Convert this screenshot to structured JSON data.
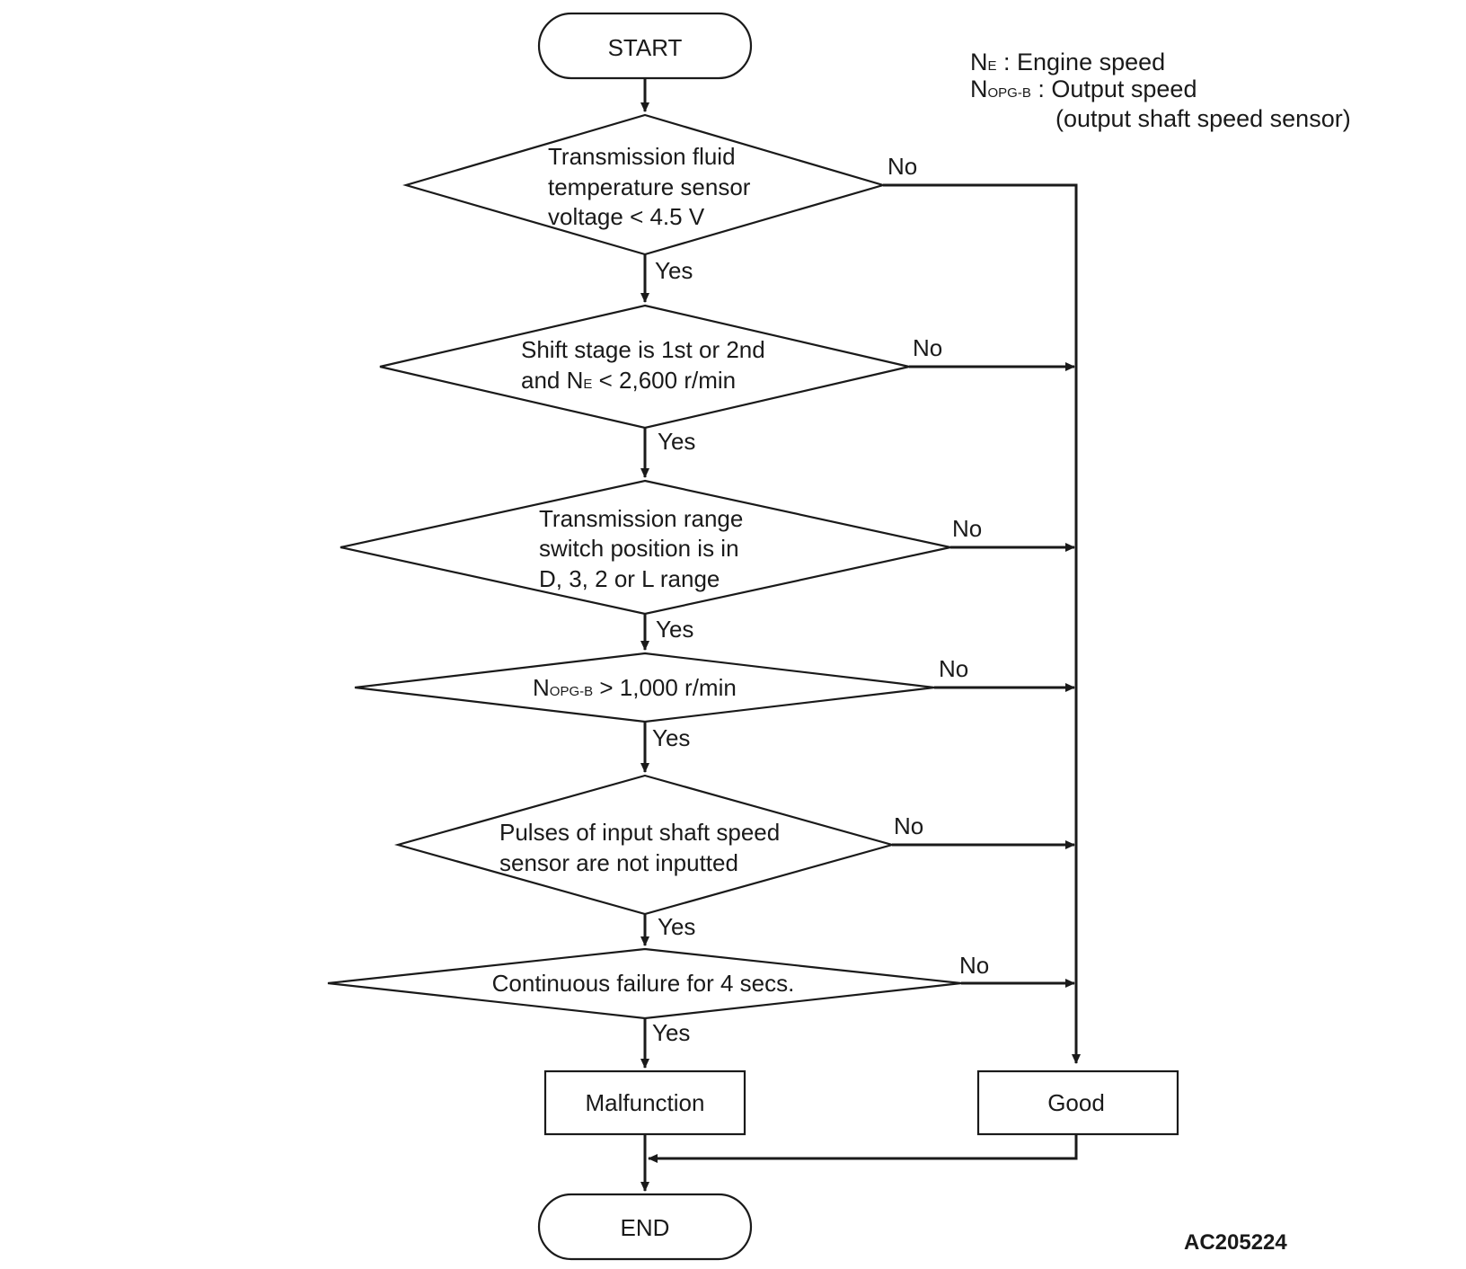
{
  "legend": {
    "ne_symbol": "N",
    "ne_sub": "E",
    "ne_desc": " : Engine speed",
    "nopg_symbol": "N",
    "nopg_sub": "OPG-B",
    "nopg_desc": " : Output speed",
    "nopg_desc2": "(output shaft speed sensor)"
  },
  "start_label": "START",
  "end_label": "END",
  "decisions": {
    "d1": {
      "line1": "Transmission fluid",
      "line2": "temperature sensor",
      "line3": "voltage < 4.5 V"
    },
    "d2": {
      "line1": "Shift stage is 1st or 2nd",
      "line2_pre": "and N",
      "line2_sub": "E",
      "line2_post": " < 2,600 r/min"
    },
    "d3": {
      "line1": "Transmission range",
      "line2": "switch position is in",
      "line3": "D, 3, 2 or L range"
    },
    "d4": {
      "pre": "N",
      "sub": "OPG-B",
      "post": " > 1,000 r/min"
    },
    "d5": {
      "line1": "Pulses of input shaft speed",
      "line2": "sensor are not inputted"
    },
    "d6": {
      "line1": "Continuous failure for 4 secs."
    }
  },
  "yes_label": "Yes",
  "no_label": "No",
  "malfunction_label": "Malfunction",
  "good_label": "Good",
  "figure_code": "AC205224"
}
